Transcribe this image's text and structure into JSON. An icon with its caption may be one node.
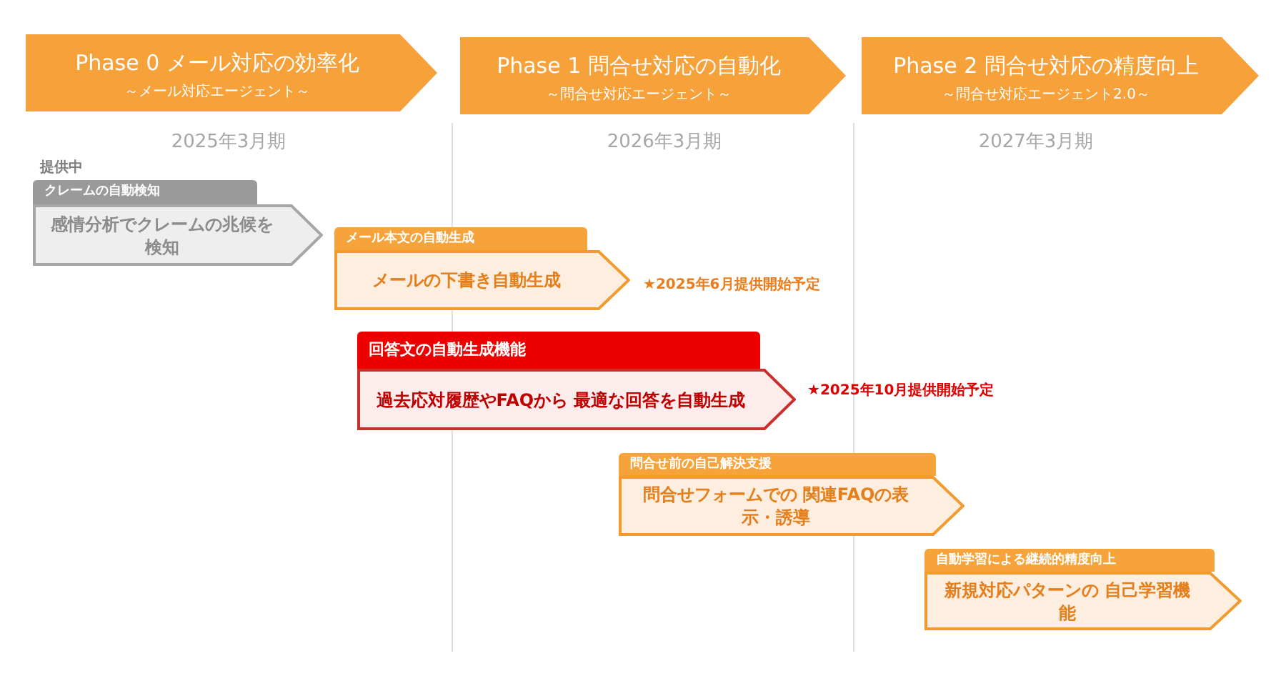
{
  "diagram": {
    "nodes": [
      {
        "text": [
          "Phase 0 メール対応の効率化",
          "～メール対応エージェント～"
        ]
      },
      {
        "text": [
          "Phase 1 問合せ対応の自動化",
          "～問合せ対応エージェント～"
        ]
      },
      {
        "text": [
          "Phase 2 問合せ対応の精度向上",
          "～問合せ対応エージェント2.0～"
        ]
      },
      {
        "text": [
          "クレームの自動検知",
          "感情分析でクレームの兆候を検知"
        ]
      },
      {
        "text": [
          "メール本文の自動生成",
          "メールの下書き自動生成"
        ],
        "beside": [
          "★**2025年6月**提供開始予定"
        ]
      },
      {
        "text": [
          "回答文の自動生成機能",
          "過去応対履歴やFAQから 最適な回答を自動生成"
        ],
        "beside": [
          "★**2025年10月**提供開始予定"
        ]
      },
      {
        "text": [
          "問合せ前の自己解決支援",
          "問合せフォームでの 関連FAQの表示・誘導"
        ]
      },
      {
        "text": [
          "自動学習による継続的精度向上",
          "新規対応パターンの 自己学習機能"
        ]
      }
    ],
    "edges": [],
    "labels": [
      "2025年3月期",
      "2026年3月期",
      "2027年3月期",
      "提供中"
    ]
  }
}
